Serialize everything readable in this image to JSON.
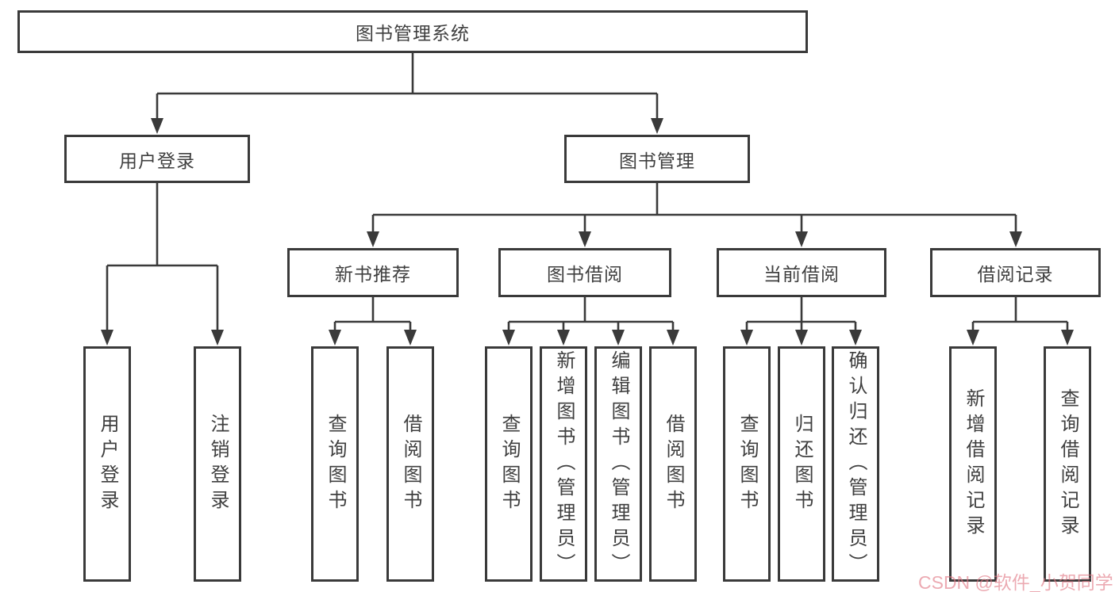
{
  "tree": {
    "root_label": "图书管理系统",
    "branches": [
      {
        "label": "用户登录",
        "leaves": [
          "用户登录",
          "注销登录"
        ]
      },
      {
        "label": "图书管理",
        "groups": [
          {
            "label": "新书推荐",
            "leaves": [
              "查询图书",
              "借阅图书"
            ]
          },
          {
            "label": "图书借阅",
            "leaves": [
              "查询图书",
              "新增图书（管理员）",
              "编辑图书（管理员）",
              "借阅图书"
            ]
          },
          {
            "label": "当前借阅",
            "leaves": [
              "查询图书",
              "归还图书",
              "确认归还（管理员）"
            ]
          },
          {
            "label": "借阅记录",
            "leaves": [
              "新增借阅记录",
              "查询借阅记录"
            ]
          }
        ]
      }
    ]
  },
  "watermark": {
    "text": "CSDN @软件_小贺同学",
    "color": "#e07682"
  },
  "colors": {
    "line": "#3a3a3a",
    "box_border": "#3a3a3a",
    "text": "#3f3f3f",
    "background": "#ffffff"
  }
}
